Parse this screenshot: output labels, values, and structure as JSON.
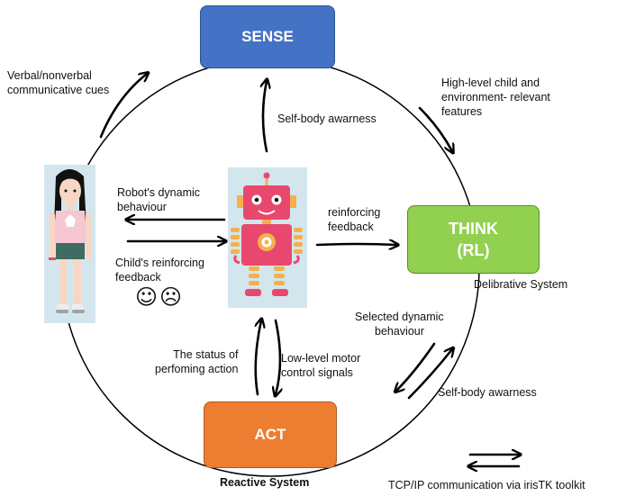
{
  "boxes": {
    "sense": {
      "label": "SENSE",
      "color": "#4472C4"
    },
    "think": {
      "label_line1": "THINK",
      "label_line2": "(RL)",
      "color": "#92D050"
    },
    "act": {
      "label": "ACT",
      "color": "#ED7D31"
    }
  },
  "labels": {
    "verbal_cues_1": "Verbal/nonverbal",
    "verbal_cues_2": "communicative cues",
    "high_level_1": "High-level child and",
    "high_level_2": "environment- relevant",
    "high_level_3": "features",
    "self_body_top": "Self-body awarness",
    "robot_dynamic_1": "Robot's dynamic",
    "robot_dynamic_2": "behaviour",
    "child_feedback_1": "Child's reinforcing",
    "child_feedback_2": "feedback",
    "reinforcing_1": "reinforcing",
    "reinforcing_2": "feedback",
    "delibrative": "Delibrative System",
    "selected_1": "Selected dynamic",
    "selected_2": "behaviour",
    "self_body_right": "Self-body awarness",
    "status_1": "The status of",
    "status_2": "perfoming action",
    "low_level_1": "Low-level motor",
    "low_level_2": "control signals",
    "reactive": "Reactive System",
    "tcp": "TCP/IP communication via irisTK toolkit"
  },
  "faces": "☺☹",
  "colors": {
    "robot_body": "#E8486E",
    "robot_limbs": "#F5B04E",
    "child_shirt": "#F6C6D2",
    "child_shorts": "#3E6B62",
    "panel_bg": "#D3E6EE"
  }
}
